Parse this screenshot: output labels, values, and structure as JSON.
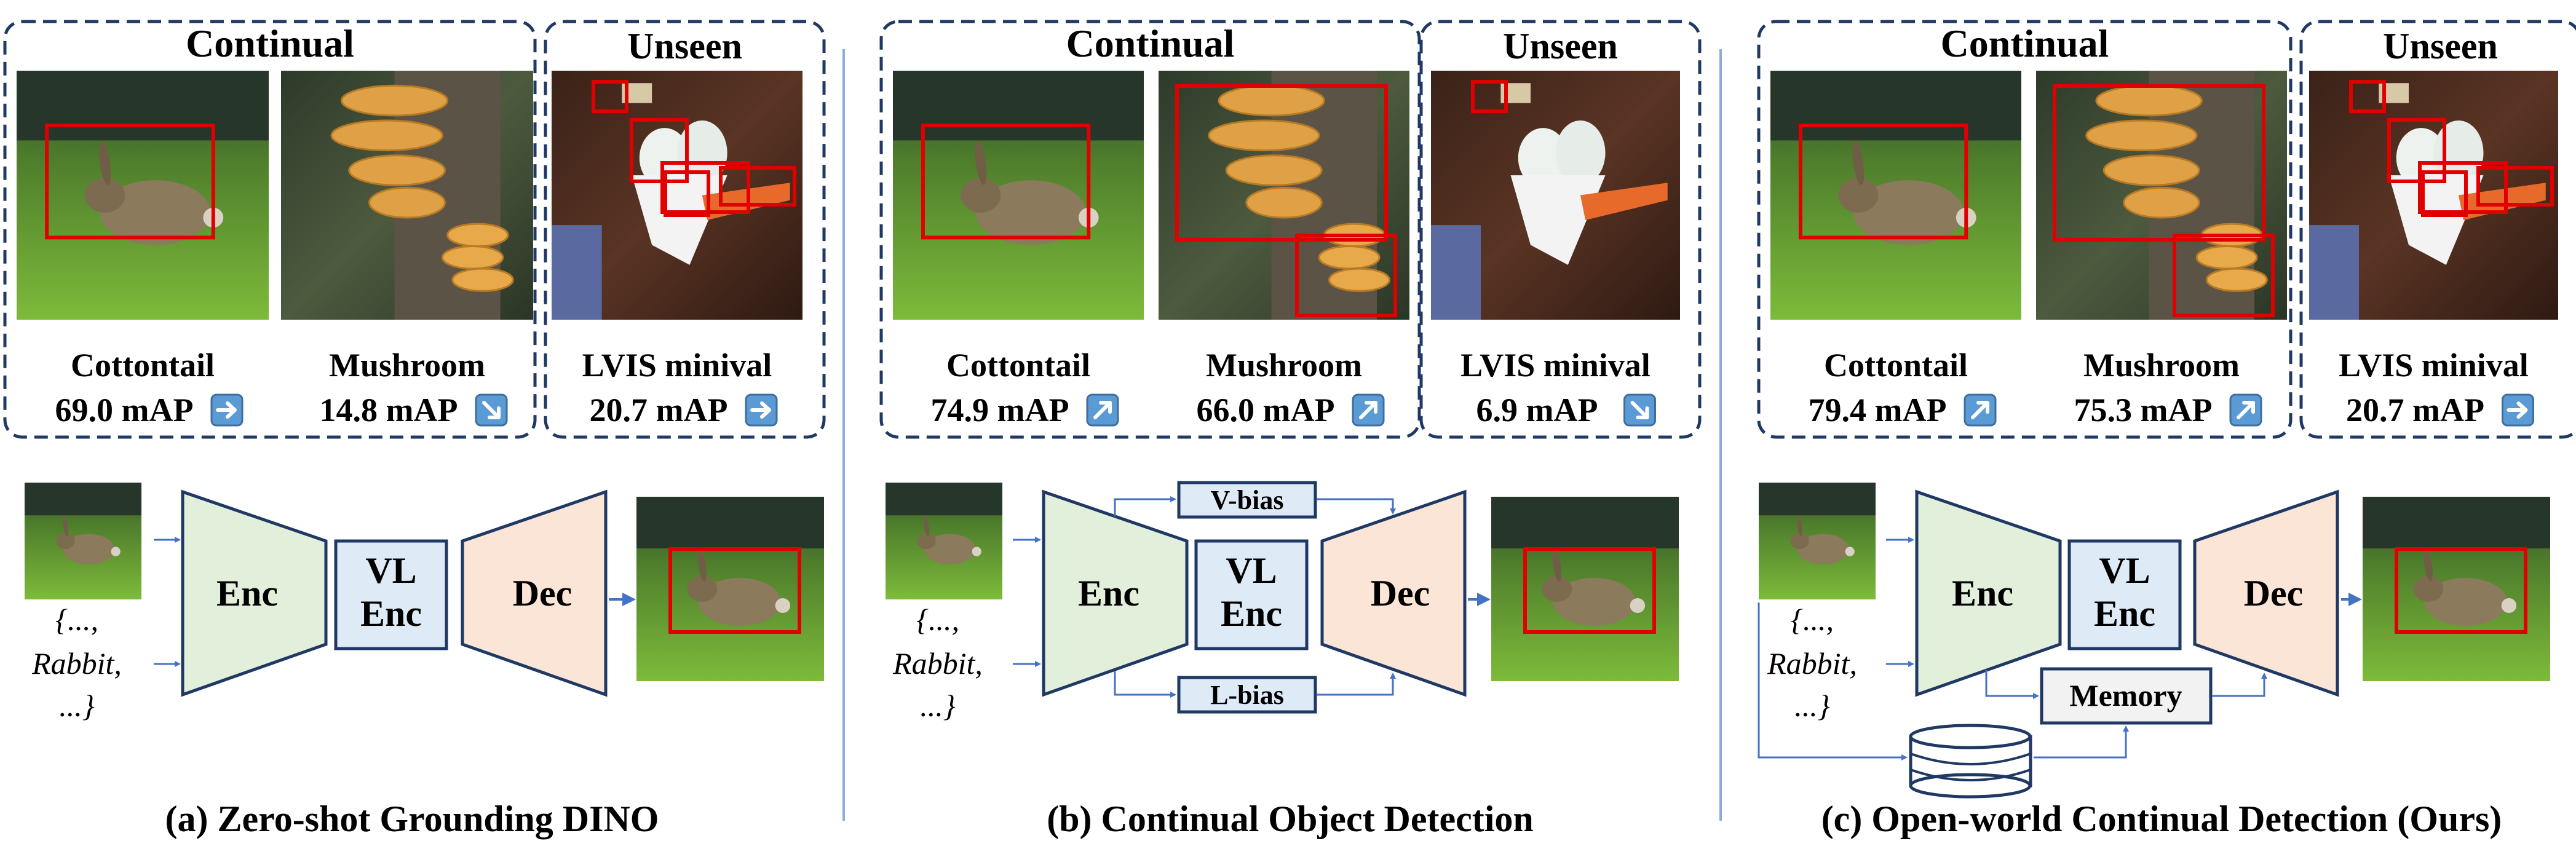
{
  "panels": [
    {
      "continual_header": "Continual",
      "unseen_header": "Unseen",
      "items": [
        {
          "name": "Cottontail",
          "score": "69.0 mAP",
          "trend": "right"
        },
        {
          "name": "Mushroom",
          "score": "14.8 mAP",
          "trend": "down-right"
        },
        {
          "name": "LVIS minival",
          "score": "20.7 mAP",
          "trend": "right"
        }
      ],
      "blocks": {
        "enc": "Enc",
        "vl": [
          "VL",
          "Enc"
        ],
        "dec": "Dec"
      },
      "text_prompt": [
        "{...,",
        "Rabbit,",
        "...}"
      ],
      "caption": "(a) Zero-shot Grounding DINO"
    },
    {
      "continual_header": "Continual",
      "unseen_header": "Unseen",
      "items": [
        {
          "name": "Cottontail",
          "score": "74.9 mAP",
          "trend": "up-right"
        },
        {
          "name": "Mushroom",
          "score": "66.0 mAP",
          "trend": "up-right"
        },
        {
          "name": "LVIS minival",
          "score": "6.9 mAP",
          "trend": "down-right"
        }
      ],
      "blocks": {
        "enc": "Enc",
        "vl": [
          "VL",
          "Enc"
        ],
        "dec": "Dec",
        "v_bias": "V-bias",
        "l_bias": "L-bias"
      },
      "text_prompt": [
        "{...,",
        "Rabbit,",
        "...}"
      ],
      "caption": "(b) Continual Object Detection"
    },
    {
      "continual_header": "Continual",
      "unseen_header": "Unseen",
      "items": [
        {
          "name": "Cottontail",
          "score": "79.4 mAP",
          "trend": "up-right"
        },
        {
          "name": "Mushroom",
          "score": "75.3 mAP",
          "trend": "up-right"
        },
        {
          "name": "LVIS minival",
          "score": "20.7 mAP",
          "trend": "right"
        }
      ],
      "blocks": {
        "enc": "Enc",
        "vl": [
          "VL",
          "Enc"
        ],
        "dec": "Dec",
        "memory": "Memory"
      },
      "text_prompt": [
        "{...,",
        "Rabbit,",
        "...}"
      ],
      "caption": "(c) Open-world Continual Detection (Ours)"
    }
  ],
  "colors": {
    "enc_fill": "#e2efda",
    "dec_fill": "#fbe5d6",
    "vl_fill": "#deebf7",
    "memory_fill": "#f2f2f2",
    "arrow": "#4472c4",
    "box_red": "#e00000",
    "dash": "#1f3864",
    "badge": "#5b9bd5",
    "grass": "#6aa832",
    "divider": "#8eaadb"
  }
}
